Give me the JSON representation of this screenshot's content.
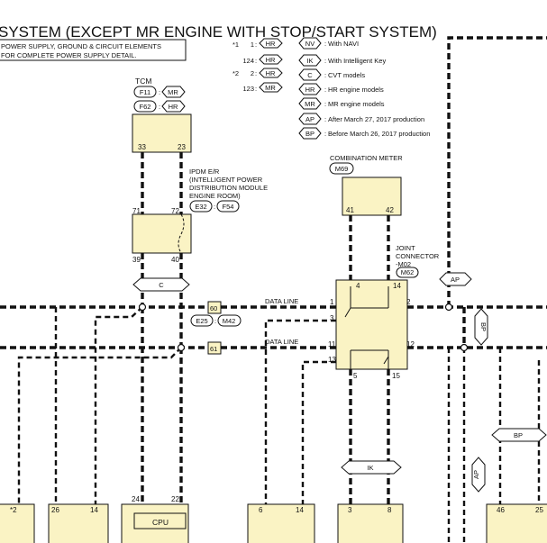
{
  "title": "SYSTEM (EXCEPT MR ENGINE WITH STOP/START SYSTEM)",
  "note": {
    "line1": "POWER SUPPLY, GROUND & CIRCUIT ELEMENTS",
    "line2": "FOR COMPLETE POWER SUPPLY DETAIL."
  },
  "legend_codes": [
    {
      "star": "*1",
      "num": "1",
      "code": "HR"
    },
    {
      "star": "",
      "num": "124",
      "code": "HR"
    },
    {
      "star": "*2",
      "num": "2",
      "code": "HR"
    },
    {
      "star": "",
      "num": "123",
      "code": "MR"
    }
  ],
  "legend_defs": [
    {
      "code": "NV",
      "text": "With NAVI"
    },
    {
      "code": "IK",
      "text": "With Intelligent Key"
    },
    {
      "code": "C",
      "text": "CVT models"
    },
    {
      "code": "HR",
      "text": "HR engine models"
    },
    {
      "code": "MR",
      "text": "MR engine models"
    },
    {
      "code": "AP",
      "text": "After March 27, 2017 production"
    },
    {
      "code": "BP",
      "text": "Before March 26, 2017 production"
    }
  ],
  "tcm": {
    "label": "TCM",
    "conn1": "F11",
    "conn1_code": "MR",
    "conn2": "F62",
    "conn2_code": "HR",
    "pin_a": "33",
    "pin_b": "23"
  },
  "ipdm": {
    "line1": "IPDM E/R",
    "line2": "(INTELLIGENT POWER",
    "line3": "DISTRIBUTION MODULE",
    "line4": "ENGINE ROOM)",
    "conn1": "E32",
    "sep": ":",
    "conn2": "F54",
    "pin_top_a": "71",
    "pin_top_b": "72",
    "pin_bot_a": "39",
    "pin_bot_b": "40"
  },
  "meter": {
    "label": "COMBINATION METER",
    "conn": "M69",
    "pin_a": "41",
    "pin_b": "42"
  },
  "joint": {
    "line1": "JOINT",
    "line2": "CONNECTOR",
    "line3": "-M02",
    "conn": "M62",
    "pin_top_a": "4",
    "pin_top_b": "14",
    "pin_l1": "1",
    "pin_l3": "3",
    "pin_l11": "11",
    "pin_l13": "13",
    "pin_r2": "2",
    "pin_r12": "12",
    "pin_bot_a": "5",
    "pin_bot_b": "15"
  },
  "inline": {
    "top_pin": "60",
    "bot_pin": "61",
    "conn1": "E25",
    "conn2": "M42"
  },
  "data_line_label": "DATA LINE",
  "option_tags": {
    "c": "C",
    "ap": "AP",
    "bp": "BP",
    "ik": "IK"
  },
  "bottom_pins": {
    "m1_star": "*2",
    "m2_a": "26",
    "m2_b": "14",
    "m3_a": "24",
    "m3_b": "22",
    "m3_cpu": "CPU",
    "m4_a": "6",
    "m4_b": "14",
    "m5_a": "3",
    "m5_b": "8",
    "m6_a": "46",
    "m6_b": "25"
  }
}
